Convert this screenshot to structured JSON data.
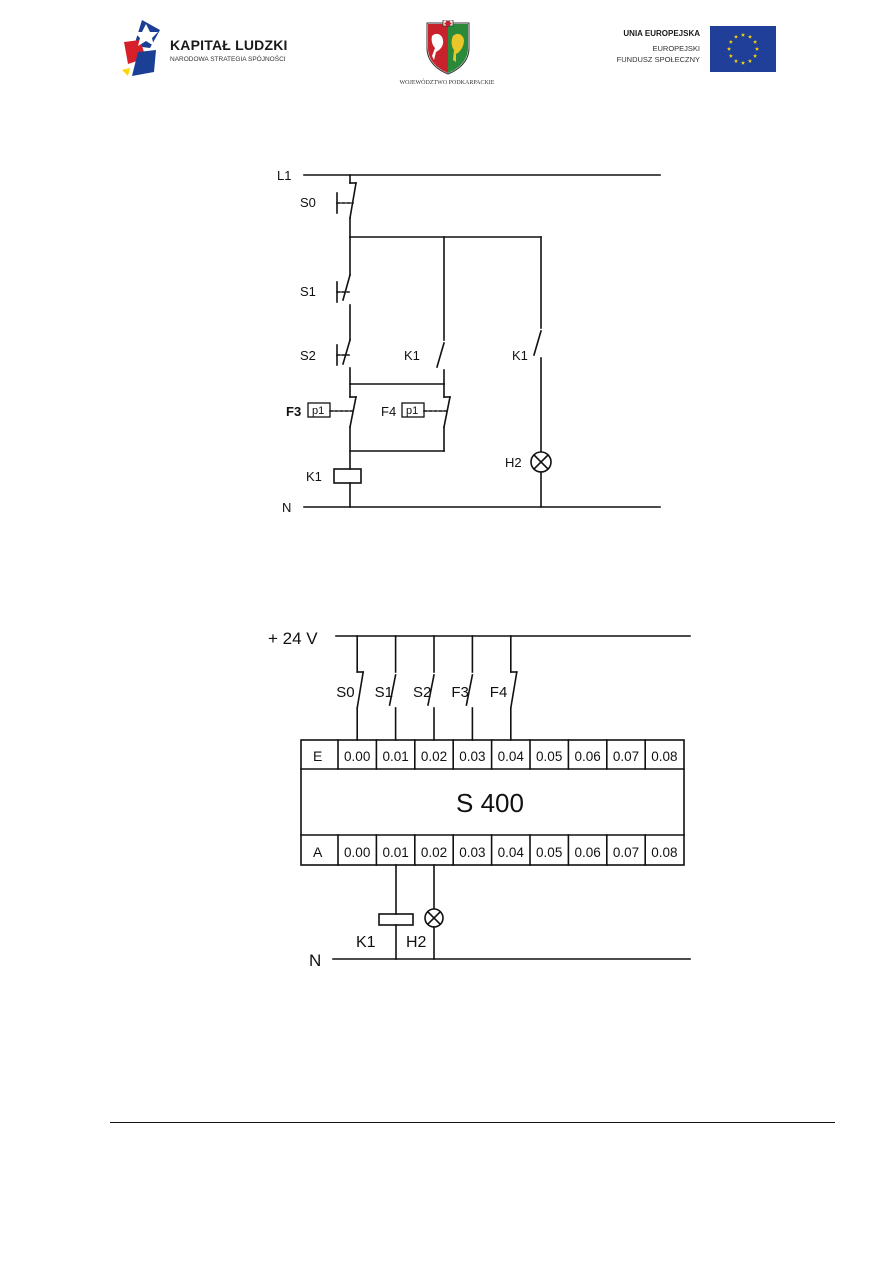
{
  "header": {
    "kapital_title": "KAPITAŁ LUDZKI",
    "kapital_subtitle": "NARODOWA STRATEGIA SPÓJNOŚCI",
    "region_caption": "WOJEWÓDZTWO PODKARPACKIE",
    "eu_line1": "UNIA EUROPEJSKA",
    "eu_line2": "EUROPEJSKI",
    "eu_line3": "FUNDUSZ SPOŁECZNY"
  },
  "colors": {
    "eu_blue": "#1f3f99",
    "eu_gold": "#ffd400",
    "kl_red": "#d8202a",
    "kl_blue": "#1b3f94",
    "crest_red": "#c8232c",
    "crest_green": "#2a8a3a",
    "crest_gold": "#e9c62a"
  },
  "relay_diagram": {
    "L1": "L1",
    "N": "N",
    "S0": "S0",
    "S1": "S1",
    "S2": "S2",
    "K1_contact_a": "K1",
    "K1_contact_b": "K1",
    "F3": "F3",
    "F4": "F4",
    "p1_a": "p1",
    "p1_b": "p1",
    "K1_coil": "K1",
    "H2": "H2"
  },
  "plc_diagram": {
    "supply": "+ 24 V",
    "N": "N",
    "inputs": [
      "S0",
      "S1",
      "S2",
      "F3",
      "F4"
    ],
    "input_row_label": "E",
    "output_row_label": "A",
    "addresses": [
      "0.00",
      "0.01",
      "0.02",
      "0.03",
      "0.04",
      "0.05",
      "0.06",
      "0.07",
      "0.08"
    ],
    "plc_name": "S 400",
    "outputs": [
      "K1",
      "H2"
    ]
  }
}
